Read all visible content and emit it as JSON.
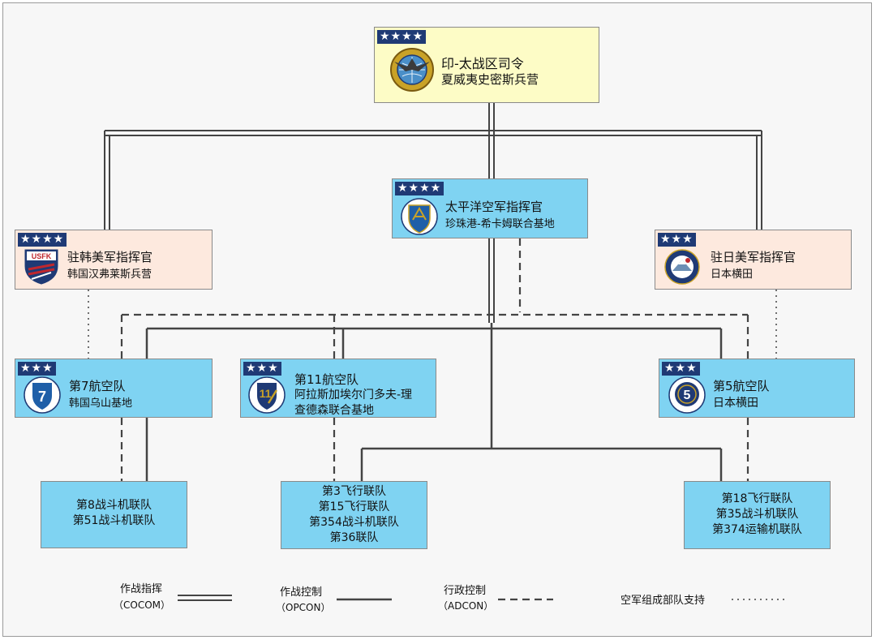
{
  "hq": {
    "stars": "★★★★",
    "title": "印-太战区司令",
    "location": "夏威夷史密斯兵营"
  },
  "pacaf": {
    "stars": "★★★★",
    "title": "太平洋空军指挥官",
    "location": "珍珠港-希卡姆联合基地"
  },
  "usfk": {
    "stars": "★★★★",
    "title": "驻韩美军指挥官",
    "location": "韩国汉弗莱斯兵营",
    "emblem_text": "USFK"
  },
  "usfj": {
    "stars": "★★★",
    "title": "驻日美军指挥官",
    "location": "日本横田"
  },
  "af7": {
    "stars": "★★★",
    "title": "第7航空队",
    "location": "韩国乌山基地",
    "emblem_num": "7"
  },
  "af11": {
    "stars": "★★★",
    "title": "第11航空队",
    "location_line1": "阿拉斯加埃尔门多夫-理",
    "location_line2": "查德森联合基地",
    "emblem_num": "11"
  },
  "af5": {
    "stars": "★★★",
    "title": "第5航空队",
    "location": "日本横田",
    "emblem_num": "5"
  },
  "units_korea": [
    "第8战斗机联队",
    "第51战斗机联队"
  ],
  "units_alaska": [
    "第3飞行联队",
    "第15飞行联队",
    "第354战斗机联队",
    "第36联队"
  ],
  "units_japan": [
    "第18飞行联队",
    "第35战斗机联队",
    "第374运输机联队"
  ],
  "legend": {
    "cocom_label": "作战指挥",
    "cocom_abbr": "（COCOM）",
    "opcon_label": "作战控制",
    "opcon_abbr": "（OPCON）",
    "adcon_label": "行政控制",
    "adcon_abbr": "（ADCON）",
    "support_label": "空军组成部队支持"
  },
  "colors": {
    "hq_fill": "#fdfcc6",
    "command_fill": "#fde9de",
    "airforce_fill": "#7fd3f2",
    "star_bar": "#1f3a75"
  }
}
